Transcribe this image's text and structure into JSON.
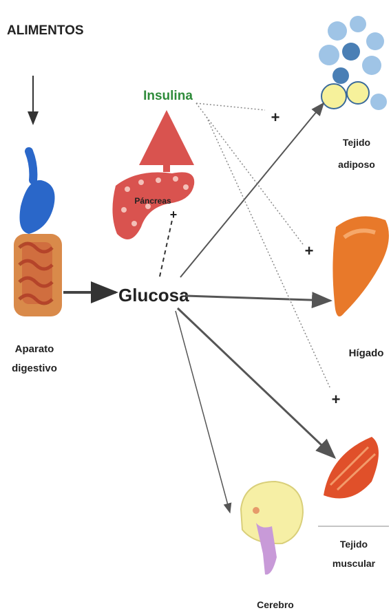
{
  "labels": {
    "alimentos": "ALIMENTOS",
    "insulina": "Insulina",
    "pancreas": "Páncreas",
    "glucosa": "Glucosa",
    "aparato_line1": "Aparato",
    "aparato_line2": "digestivo",
    "tejido_adiposo_line1": "Tejido",
    "tejido_adiposo_line2": "adiposo",
    "higado": "Hígado",
    "tejido_muscular_line1": "Tejido",
    "tejido_muscular_line2": "muscular",
    "cerebro": "Cerebro"
  },
  "signs": {
    "plus": "+",
    "minus": "-"
  },
  "colors": {
    "insulina": "#2e8b3a",
    "arrow": "#555555",
    "pancreas": "#d9534f",
    "stomach": "#2a67c9",
    "liver": "#e8792a",
    "muscle": "#e0502a",
    "adipose": "#9fc4e6",
    "brain": "#f6efa5"
  }
}
